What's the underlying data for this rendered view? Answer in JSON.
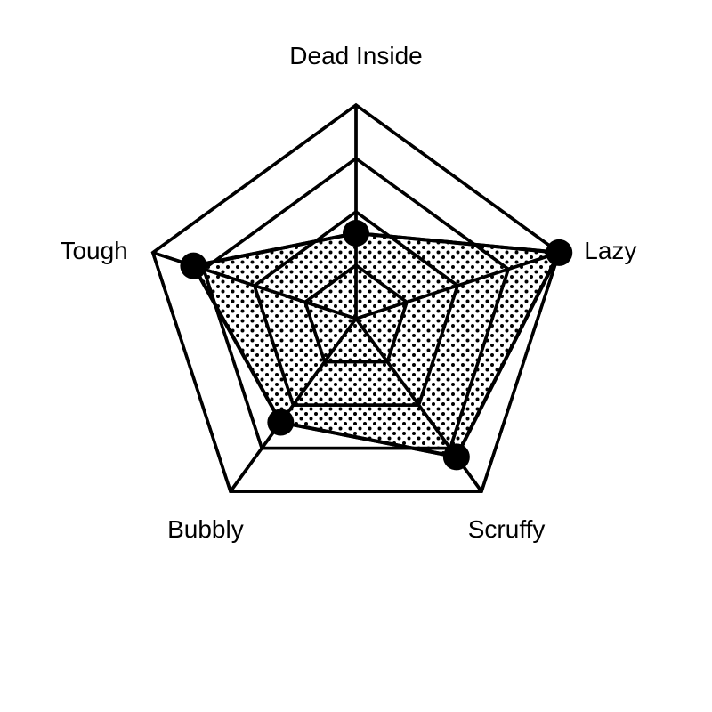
{
  "chart_data": {
    "type": "radar",
    "axes": [
      "Dead Inside",
      "Lazy",
      "Scruffy",
      "Bubbly",
      "Tough"
    ],
    "values": [
      0.4,
      1.0,
      0.8,
      0.6,
      0.8
    ],
    "range": [
      0,
      1
    ],
    "grid_levels": [
      0.25,
      0.5,
      0.75,
      1.0
    ],
    "fill_pattern": "dots",
    "colors": {
      "line": "#000000",
      "marker": "#000000",
      "background": "#ffffff"
    }
  }
}
